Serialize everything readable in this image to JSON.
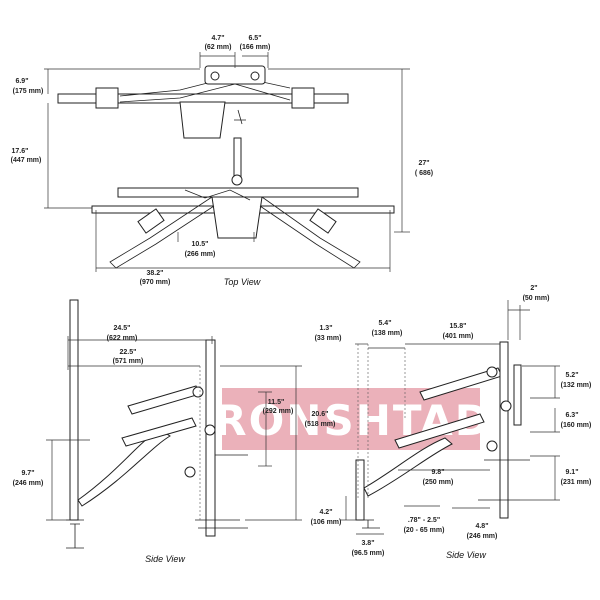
{
  "watermark": "KRONSHTADT",
  "captions": {
    "top": "Top View",
    "side_left": "Side View",
    "side_right": "Side View"
  },
  "top_view": {
    "d_4_7": [
      "4.7\"",
      "(62 mm)"
    ],
    "d_6_5": [
      "6.5\"",
      "(166 mm)"
    ],
    "d_6_9": [
      "6.9\"",
      "(175 mm)"
    ],
    "d_17_6": [
      "17.6\"",
      "(447 mm)"
    ],
    "d_27": [
      "27\"",
      "( 686)"
    ],
    "d_10_5": [
      "10.5\"",
      "(266 mm)"
    ],
    "d_38_2": [
      "38.2\"",
      "(970 mm)"
    ]
  },
  "side_left": {
    "d_24_5": [
      "24.5\"",
      "(622 mm)"
    ],
    "d_22_5": [
      "22.5\"",
      "(571 mm)"
    ],
    "d_11_5": [
      "11.5\"",
      "(292 mm)"
    ],
    "d_20_6": [
      "20.6\"",
      "(518 mm)"
    ],
    "d_9_7": [
      "9.7\"",
      "(246 mm)"
    ]
  },
  "side_right": {
    "d_1_3": [
      "1.3\"",
      "(33  mm)"
    ],
    "d_5_4": [
      "5.4\"",
      "(138 mm)"
    ],
    "d_15_8": [
      "15.8\"",
      "(401 mm)"
    ],
    "d_2": [
      "2\"",
      "(50 mm)"
    ],
    "d_5_2": [
      "5.2\"",
      "(132 mm)"
    ],
    "d_6_3": [
      "6.3\"",
      "(160 mm)"
    ],
    "d_9_8": [
      "9.8\"",
      "(250 mm)"
    ],
    "d_9_1": [
      "9.1\"",
      "(231 mm)"
    ],
    "d_4_2": [
      "4.2\"",
      "(106 mm)"
    ],
    "d_3_8": [
      "3.8\"",
      "(96.5 mm)"
    ],
    "d_078": [
      ".78\" - 2.5\"",
      "(20 - 65 mm)"
    ],
    "d_4_8": [
      "4.8\"",
      "(246 mm)"
    ]
  }
}
